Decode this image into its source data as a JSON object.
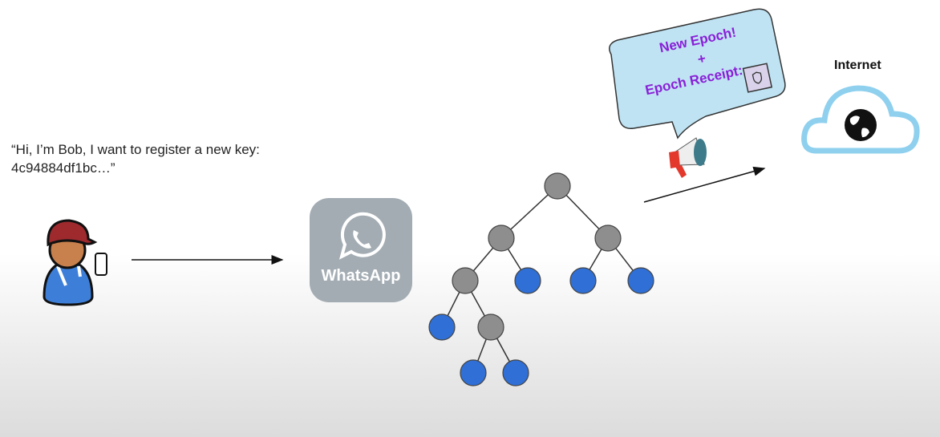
{
  "quote": {
    "line1": "“Hi, I’m Bob, I want to register a new key:",
    "line2": "4c94884df1bc…”"
  },
  "whatsapp": {
    "label": "WhatsApp"
  },
  "bubble": {
    "line1": "New Epoch!",
    "line2": "+",
    "line3": "Epoch Receipt:"
  },
  "internet": {
    "label": "Internet"
  },
  "colors": {
    "internal_node": "#8e8e8e",
    "leaf_node": "#2f6fd6",
    "bubble_fill": "#bfe3f3",
    "bubble_text": "#8a1fd8",
    "whatsapp_bg": "#a3acb3",
    "cloud": "#8fd0ee"
  }
}
